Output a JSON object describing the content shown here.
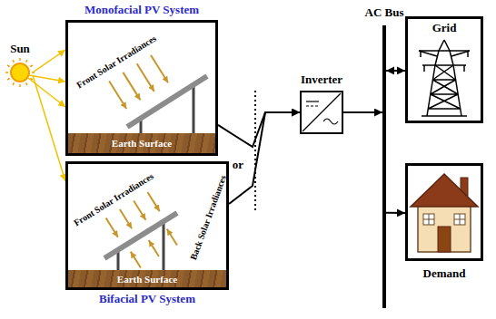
{
  "diagram": {
    "nodes": [
      {
        "text": [
          "Sun"
        ]
      },
      {
        "text": [
          "Monofacial PV System",
          "Front Solar Irradiances"
        ]
      },
      {
        "text": [
          "Earth Surface"
        ],
        "in": 1
      },
      {
        "text": [
          "Front Solar Irradiances",
          "Back Solar Irradiances",
          "Bifacial PV System"
        ]
      },
      {
        "text": [
          "Earth Surface"
        ],
        "in": 3
      },
      {
        "text": [
          "Inverter"
        ]
      },
      {
        "text": [
          "AC Bus"
        ]
      },
      {
        "text": [
          "Grid"
        ]
      },
      {
        "text": [
          "Demand"
        ]
      }
    ],
    "edges": [
      {
        "from": 0,
        "to": 1,
        "arrow": "to"
      },
      {
        "from": 0,
        "to": 3,
        "arrow": "to"
      },
      {
        "from": 1,
        "to": 5,
        "arrow": "to"
      },
      {
        "from": 3,
        "to": 5,
        "arrow": "to"
      },
      {
        "from": 5,
        "to": 6,
        "arrow": "to"
      },
      {
        "from": 6,
        "to": 7,
        "arrow": "both"
      },
      {
        "from": 6,
        "to": 8,
        "arrow": "to"
      }
    ],
    "labels": [
      "or"
    ]
  }
}
